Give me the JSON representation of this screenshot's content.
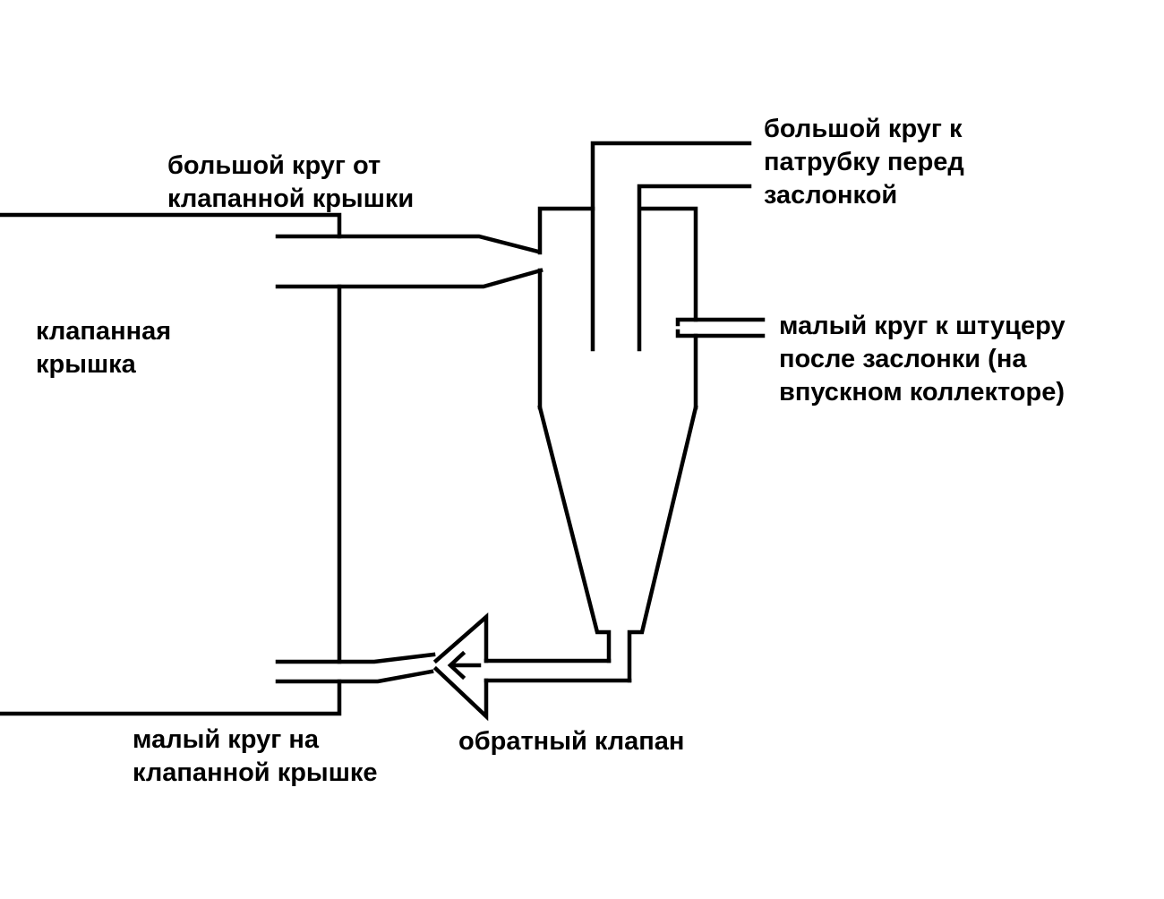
{
  "labels": {
    "valve_cover": [
      "клапанная",
      "крышка"
    ],
    "big_circle_from": [
      "большой круг от",
      "клапанной крышки"
    ],
    "big_circle_to": [
      "большой круг к",
      "патрубку перед",
      "заслонкой"
    ],
    "small_circle_to": [
      "малый круг к штуцеру",
      "после заслонки (на",
      "впускном коллекторе)"
    ],
    "small_circle_on": [
      "малый круг на",
      "клапанной крышке"
    ],
    "check_valve": "обратный клапан"
  },
  "colors": {
    "line": "#000000",
    "background": "#ffffff"
  }
}
